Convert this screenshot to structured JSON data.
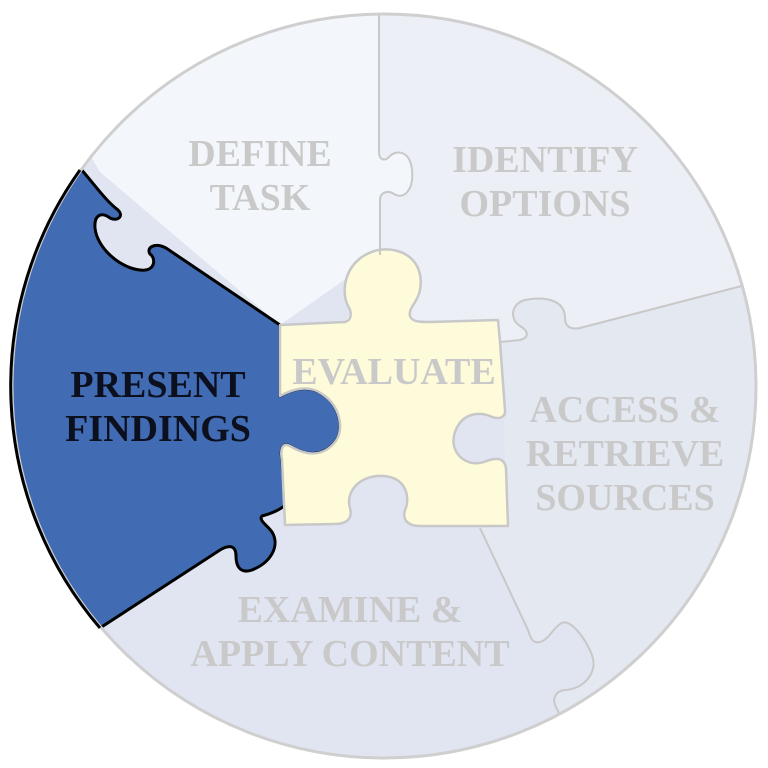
{
  "diagram": {
    "type": "puzzle-cycle",
    "colors": {
      "active_piece": "#416cb3",
      "active_outline": "#000000",
      "center_piece": "#fdfbd9",
      "define_task": "#f3f6fb",
      "identify_options": "#eceff5",
      "access_retrieve": "#e4e8f1",
      "examine_apply": "#e1e5f1",
      "outline": "#c8c8c8",
      "dim_text": "#c9c9c9",
      "active_text": "#0b0f1e"
    },
    "center": {
      "label": "EVALUATE"
    },
    "pieces": [
      {
        "id": "define-task",
        "line1": "DEFINE",
        "line2": "TASK",
        "active": false
      },
      {
        "id": "identify-options",
        "line1": "IDENTIFY",
        "line2": "OPTIONS",
        "active": false
      },
      {
        "id": "access-retrieve",
        "line1": "ACCESS &",
        "line2": "RETRIEVE",
        "line3": "SOURCES",
        "active": false
      },
      {
        "id": "examine-apply",
        "line1": "EXAMINE &",
        "line2": "APPLY CONTENT",
        "active": false
      },
      {
        "id": "present-findings",
        "line1": "PRESENT",
        "line2": "FINDINGS",
        "active": true
      }
    ]
  }
}
